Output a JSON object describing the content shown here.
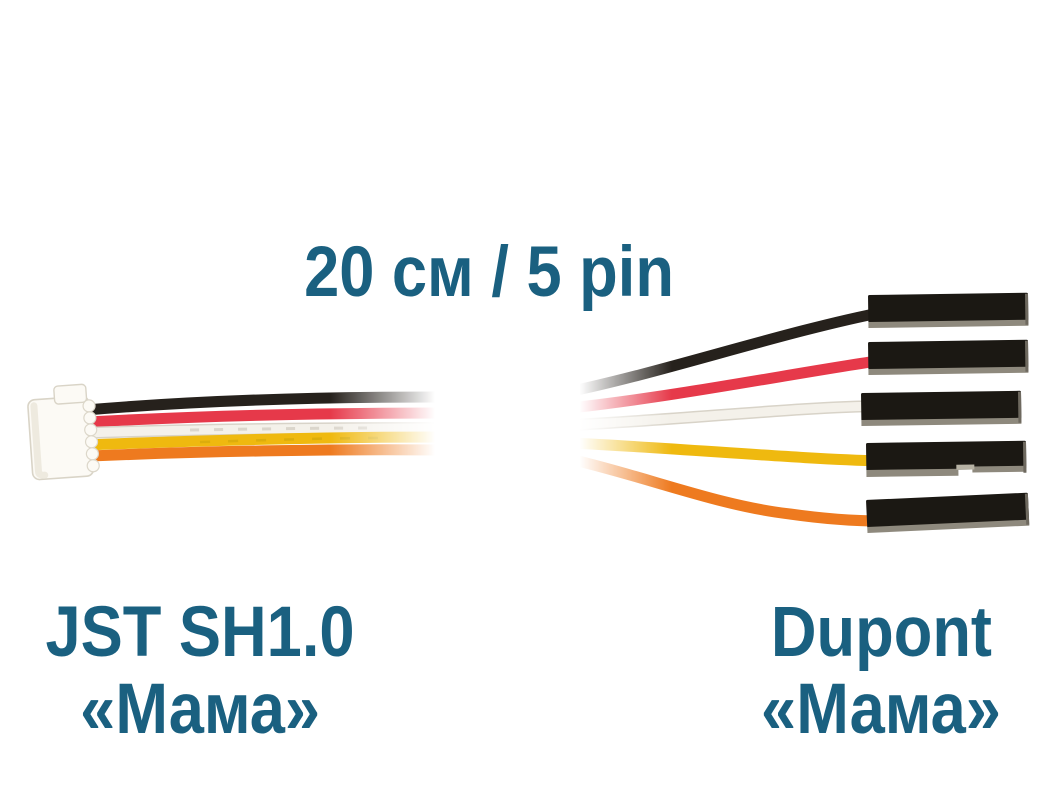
{
  "title": "20 см / 5 pin",
  "left_label": {
    "line1": "JST SH1.0",
    "line2": "«Мама»"
  },
  "right_label": {
    "line1": "Dupont",
    "line2": "«Мама»"
  },
  "connectors": {
    "left_type": "JST SH1.0 female",
    "right_type": "Dupont female",
    "pin_count": 5
  },
  "colors": {
    "text": "#1a6080",
    "background": "#ffffff",
    "jst_body": "#fcfaf5",
    "jst_outline": "#d9d4c7",
    "jst_shade": "#ece8dd",
    "dupont_body": "#1b1813",
    "dupont_edge": "#8e897d",
    "dupont_end": "#6e695f",
    "contact_metal": "#b7b2a4"
  },
  "wires": [
    {
      "name": "black",
      "color": "#26211c"
    },
    {
      "name": "red",
      "color": "#e6394a"
    },
    {
      "name": "white",
      "color": "#f4f1ea",
      "outline": "#d8d3c8"
    },
    {
      "name": "yellow",
      "color": "#efb90f"
    },
    {
      "name": "orange",
      "color": "#ee7a1f"
    }
  ]
}
